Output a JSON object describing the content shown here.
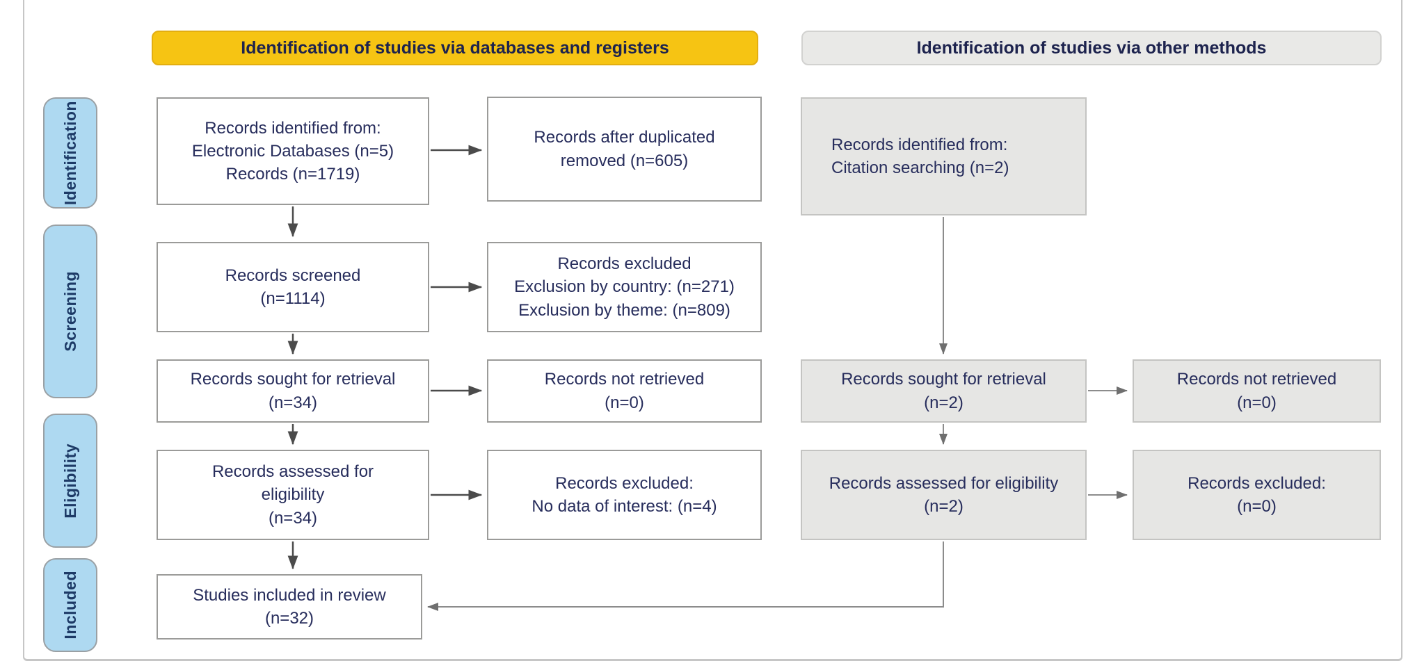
{
  "headers": {
    "databases": "Identification of studies via databases and registers",
    "other_methods": "Identification of studies via other methods"
  },
  "stages": {
    "identification": "Identification",
    "screening": "Screening",
    "eligibility": "Eligibility",
    "included": "Included"
  },
  "boxes": {
    "records_identified_db": "Records identified from:\nElectronic Databases (n=5)\nRecords (n=1719)",
    "records_after_duplicates": "Records after duplicated\nremoved (n=605)",
    "records_screened": "Records screened\n(n=1114)",
    "records_excluded_screening": "Records excluded\nExclusion by country: (n=271)\nExclusion by theme: (n=809)",
    "records_sought_db": "Records sought for retrieval\n(n=34)",
    "records_not_retrieved_db": "Records not retrieved\n(n=0)",
    "records_assessed_db": "Records assessed for\neligibility\n(n=34)",
    "records_excluded_eligibility": "Records excluded:\nNo data of interest: (n=4)",
    "studies_included": "Studies included in review\n(n=32)",
    "records_identified_other": "Records identified from:\nCitation searching (n=2)",
    "records_sought_other": "Records sought for retrieval\n(n=2)",
    "records_not_retrieved_other": "Records not retrieved\n(n=0)",
    "records_assessed_other": "Records assessed for eligibility\n(n=2)",
    "records_excluded_other": "Records excluded:\n(n=0)"
  },
  "colors": {
    "header_databases_bg": "#F6C413",
    "header_other_bg": "#E9E9E7",
    "stage_label_bg": "#AED9F1",
    "white_box_bg": "#FFFFFF",
    "gray_box_bg": "#E6E6E4",
    "text": "#272D5C",
    "arrow_dark": "#4B4B4B",
    "arrow_light": "#8C8C8C"
  }
}
